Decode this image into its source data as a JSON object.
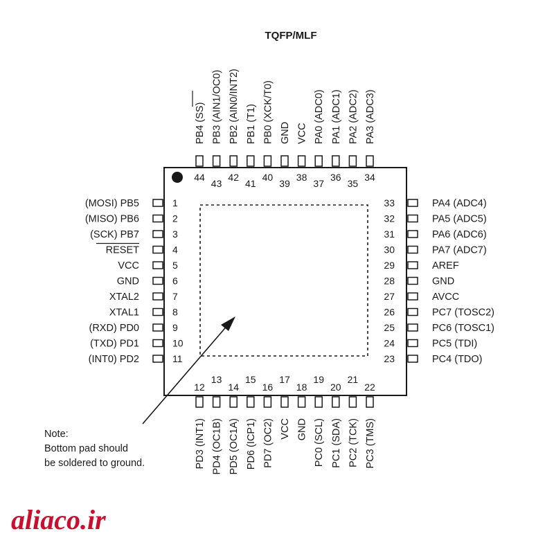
{
  "title": "TQFP/MLF",
  "pins": {
    "left": [
      {
        "num": "1",
        "label": "(MOSI)  PB5"
      },
      {
        "num": "2",
        "label": "(MISO)  PB6"
      },
      {
        "num": "3",
        "label": "(SCK)  PB7"
      },
      {
        "num": "4",
        "label": "RESET"
      },
      {
        "num": "5",
        "label": "VCC"
      },
      {
        "num": "6",
        "label": "GND"
      },
      {
        "num": "7",
        "label": "XTAL2"
      },
      {
        "num": "8",
        "label": "XTAL1"
      },
      {
        "num": "9",
        "label": "(RXD)  PD0"
      },
      {
        "num": "10",
        "label": "(TXD)  PD1"
      },
      {
        "num": "11",
        "label": "(INT0)  PD2"
      }
    ],
    "right": [
      {
        "num": "33",
        "label": "PA4  (ADC4)"
      },
      {
        "num": "32",
        "label": "PA5  (ADC5)"
      },
      {
        "num": "31",
        "label": "PA6  (ADC6)"
      },
      {
        "num": "30",
        "label": "PA7  (ADC7)"
      },
      {
        "num": "29",
        "label": "AREF"
      },
      {
        "num": "28",
        "label": "GND"
      },
      {
        "num": "27",
        "label": "AVCC"
      },
      {
        "num": "26",
        "label": "PC7  (TOSC2)"
      },
      {
        "num": "25",
        "label": "PC6  (TOSC1)"
      },
      {
        "num": "24",
        "label": "PC5  (TDI)"
      },
      {
        "num": "23",
        "label": "PC4  (TDO)"
      }
    ],
    "top": [
      {
        "num": "44",
        "label": "PB4  (SS)"
      },
      {
        "num": "43",
        "label": "PB3  (AIN1/OC0)"
      },
      {
        "num": "42",
        "label": "PB2  (AIN0/INT2)"
      },
      {
        "num": "41",
        "label": "PB1  (T1)"
      },
      {
        "num": "40",
        "label": "PB0  (XCK/T0)"
      },
      {
        "num": "39",
        "label": "GND"
      },
      {
        "num": "38",
        "label": "VCC"
      },
      {
        "num": "37",
        "label": "PA0  (ADC0)"
      },
      {
        "num": "36",
        "label": "PA1  (ADC1)"
      },
      {
        "num": "35",
        "label": "PA2  (ADC2)"
      },
      {
        "num": "34",
        "label": "PA3  (ADC3)"
      }
    ],
    "bottom": [
      {
        "num": "12",
        "label": "PD3  (INT1)"
      },
      {
        "num": "13",
        "label": "PD4  (OC1B)"
      },
      {
        "num": "14",
        "label": "PD5  (OC1A)"
      },
      {
        "num": "15",
        "label": "PD6  (ICP1)"
      },
      {
        "num": "16",
        "label": "PD7  (OC2)"
      },
      {
        "num": "17",
        "label": "VCC"
      },
      {
        "num": "18",
        "label": "GND"
      },
      {
        "num": "19",
        "label": "PC0  (SCL)"
      },
      {
        "num": "20",
        "label": "PC1  (SDA)"
      },
      {
        "num": "21",
        "label": "PC2  (TCK)"
      },
      {
        "num": "22",
        "label": "PC3  (TMS)"
      }
    ]
  },
  "note": {
    "line1": "Note:",
    "line2": "Bottom pad should",
    "line3": "be soldered to ground."
  },
  "watermark": "aliaco.ir",
  "colors": {
    "ink": "#1a1a1a",
    "watermark": "#c8102e"
  }
}
